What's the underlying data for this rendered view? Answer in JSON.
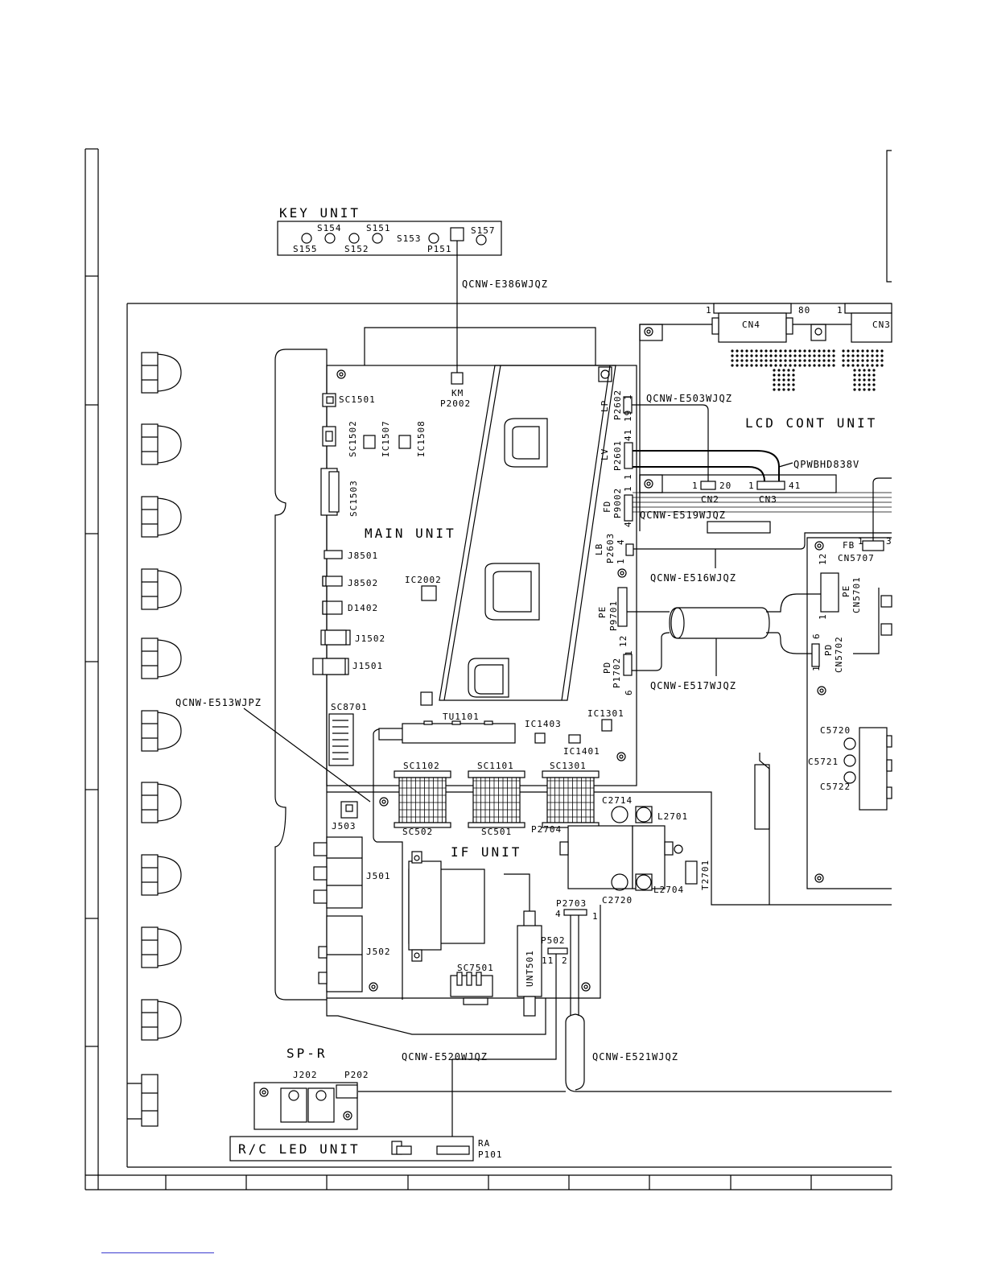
{
  "units": {
    "key_unit": "KEY UNIT",
    "main_unit": "MAIN UNIT",
    "lcd_cont_unit": "LCD CONT UNIT",
    "if_unit": "IF UNIT",
    "sp_r": "SP-R",
    "rc_led_unit": "R/C LED UNIT"
  },
  "cables": {
    "e386": "QCNW-E386WJQZ",
    "e503": "QCNW-E503WJQZ",
    "qpwbhd838": "QPWBHD838V",
    "e519": "QCNW-E519WJQZ",
    "e516": "QCNW-E516WJQZ",
    "e517": "QCNW-E517WJQZ",
    "e513": "QCNW-E513WJPZ",
    "e520": "QCNW-E520WJQZ",
    "e521": "QCNW-E521WJQZ"
  },
  "key_unit_parts": {
    "s154": "S154",
    "s151": "S151",
    "s153": "S153",
    "s157": "S157",
    "s155": "S155",
    "s152": "S152",
    "p151": "P151"
  },
  "main_parts": {
    "km": "KM",
    "p2002": "P2002",
    "sc1501": "SC1501",
    "sc1502": "SC1502",
    "ic1507": "IC1507",
    "ic1508": "IC1508",
    "sc1503": "SC1503",
    "j8501": "J8501",
    "j8502": "J8502",
    "ic2002": "IC2002",
    "d1402": "D1402",
    "j1502": "J1502",
    "j1501": "J1501",
    "sc8701": "SC8701",
    "tu1101": "TU1101",
    "ic1403": "IC1403",
    "ic1301": "IC1301",
    "ic1401": "IC1401",
    "sc1102": "SC1102",
    "sc1101": "SC1101",
    "sc1301": "SC1301",
    "lp": "LP",
    "p2602": "P2602",
    "lv": "LV",
    "p2601": "P2601",
    "fd": "FD",
    "p9002": "P9002",
    "lb": "LB",
    "p2603": "P2603",
    "pe": "PE",
    "p9701": "P9701",
    "pd": "PD",
    "p1702": "P1702"
  },
  "lcd_parts": {
    "cn4": "CN4",
    "cn3_top": "CN3",
    "cn2": "CN2",
    "cn3": "CN3",
    "fb": "FB",
    "cn5707": "CN5707",
    "pe": "PE",
    "cn5701": "CN5701",
    "pd": "PD",
    "cn5702": "CN5702",
    "c5720": "C5720",
    "c5721": "C5721",
    "c5722": "C5722"
  },
  "if_parts": {
    "j503": "J503",
    "sc502": "SC502",
    "sc501": "SC501",
    "p2704": "P2704",
    "c2714": "C2714",
    "l2701": "L2701",
    "j501": "J501",
    "j502": "J502",
    "t2701": "T2701",
    "l2704": "L2704",
    "c2720": "C2720",
    "p2703": "P2703",
    "p502": "P502",
    "unt501": "UNT501",
    "sc7501": "SC7501"
  },
  "sp_parts": {
    "j202": "J202",
    "p202": "P202",
    "ra": "RA",
    "p101": "P101"
  },
  "pins": {
    "one": "1",
    "two": "2",
    "three": "3",
    "four": "4",
    "six": "6",
    "eleven": "11",
    "twelve": "12",
    "nineteen": "19",
    "twenty": "20",
    "fortyone": "41",
    "eighty": "80"
  }
}
